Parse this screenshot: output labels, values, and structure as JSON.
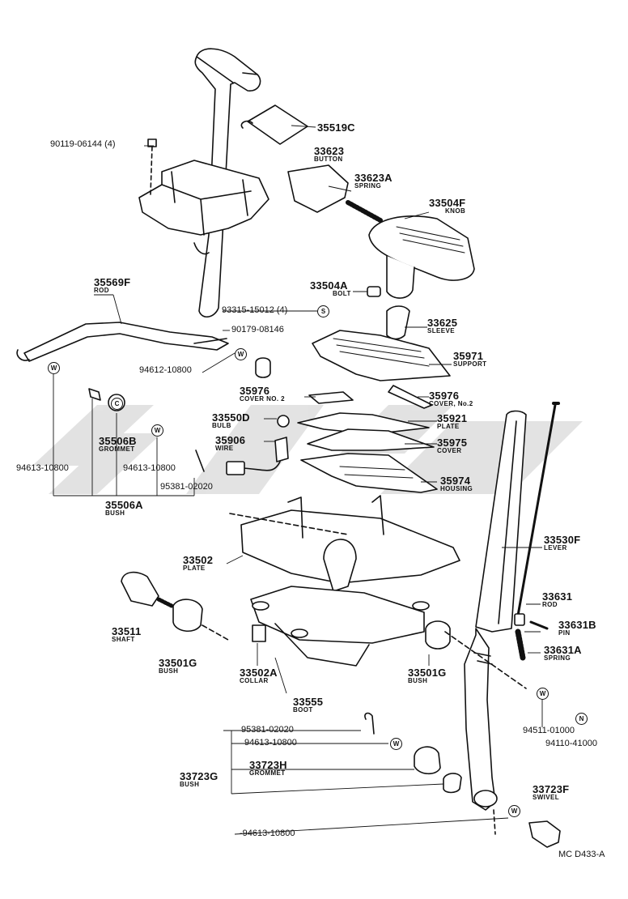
{
  "parts": [
    {
      "id": "p35519C",
      "number": "35519C"
    },
    {
      "id": "p90119",
      "number": "90119-06144 (4)"
    },
    {
      "id": "p33623",
      "number": "33623",
      "name": "BUTTON"
    },
    {
      "id": "p33623A",
      "number": "33623A",
      "name": "SPRING"
    },
    {
      "id": "p33504F",
      "number": "33504F",
      "name": "KNOB"
    },
    {
      "id": "p35569F",
      "number": "35569F",
      "name": "ROD"
    },
    {
      "id": "p33504A",
      "number": "33504A",
      "name": "BOLT"
    },
    {
      "id": "p93315",
      "number": "93315-15012 (4)"
    },
    {
      "id": "p90179",
      "number": "90179-08146"
    },
    {
      "id": "p33625",
      "number": "33625",
      "name": "SLEEVE"
    },
    {
      "id": "p94612",
      "number": "94612-10800"
    },
    {
      "id": "p35971",
      "number": "35971",
      "name": "SUPPORT"
    },
    {
      "id": "p35976a",
      "number": "35976",
      "name": "COVER NO. 2"
    },
    {
      "id": "p35976b",
      "number": "35976",
      "name": "COVER, No.2"
    },
    {
      "id": "p33550D",
      "number": "33550D",
      "name": "BULB"
    },
    {
      "id": "p35921",
      "number": "35921",
      "name": "PLATE"
    },
    {
      "id": "p35906",
      "number": "35906",
      "name": "WIRE"
    },
    {
      "id": "p35975",
      "number": "35975",
      "name": "COVER"
    },
    {
      "id": "p35506B",
      "number": "35506B",
      "name": "GROMMET"
    },
    {
      "id": "p94613a",
      "number": "94613-10800"
    },
    {
      "id": "p94613b",
      "number": "94613-10800"
    },
    {
      "id": "p95381a",
      "number": "95381-02020"
    },
    {
      "id": "p35974",
      "number": "35974",
      "name": "HOUSING"
    },
    {
      "id": "p35506A",
      "number": "35506A",
      "name": "BUSH"
    },
    {
      "id": "p33530F",
      "number": "33530F",
      "name": "LEVER"
    },
    {
      "id": "p33502",
      "number": "33502",
      "name": "PLATE"
    },
    {
      "id": "p33631",
      "number": "33631",
      "name": "ROD"
    },
    {
      "id": "p33511",
      "number": "33511",
      "name": "SHAFT"
    },
    {
      "id": "p33631B",
      "number": "33631B",
      "name": "PIN"
    },
    {
      "id": "p33631A",
      "number": "33631A",
      "name": "SPRING"
    },
    {
      "id": "p33501Ga",
      "number": "33501G",
      "name": "BUSH"
    },
    {
      "id": "p33502A",
      "number": "33502A",
      "name": "COLLAR"
    },
    {
      "id": "p33501Gb",
      "number": "33501G",
      "name": "BUSH"
    },
    {
      "id": "p33555",
      "number": "33555",
      "name": "BOOT"
    },
    {
      "id": "p94511",
      "number": "94511-01000"
    },
    {
      "id": "p94110",
      "number": "94110-41000"
    },
    {
      "id": "p95381b",
      "number": "95381-02020"
    },
    {
      "id": "p94613c",
      "number": "94613-10800"
    },
    {
      "id": "p33723H",
      "number": "33723H",
      "name": "GROMMET"
    },
    {
      "id": "p33723G",
      "number": "33723G",
      "name": "BUSH"
    },
    {
      "id": "p33723F",
      "number": "33723F",
      "name": "SWIVEL"
    },
    {
      "id": "p94613d",
      "number": "-94613-10800"
    }
  ],
  "markers": {
    "w": "W",
    "s": "S",
    "c": "C",
    "n": "N"
  },
  "code": "MC D433-A"
}
